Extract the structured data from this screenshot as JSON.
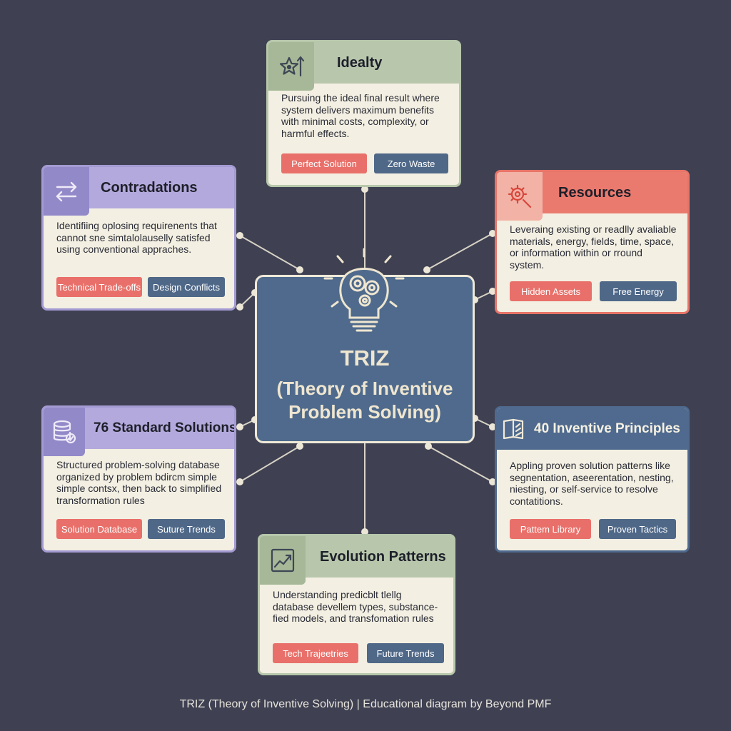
{
  "center": {
    "title": "TRIZ",
    "subtitle": "(Theory of Inventive Problem Solving)"
  },
  "icons": {
    "center": "lightbulb-gears-icon",
    "ideality": "star-arrow-icon",
    "contradictions": "swap-arrows-icon",
    "resources": "gear-search-icon",
    "standard_solutions": "database-check-icon",
    "inventive_principles": "book-arrows-icon",
    "evolution_patterns": "trend-chart-icon"
  },
  "colors": {
    "background": "#3f4152",
    "center_box": "#4f6a8c",
    "tag_red": "#e9706a",
    "tag_blue": "#4f6888",
    "green": "#b8c7ac",
    "purple": "#b3a9dc",
    "red": "#ea7a6e",
    "blue": "#4f6a8e",
    "card_body": "#f3efe2"
  },
  "nodes": {
    "ideality": {
      "title": "Idealty",
      "description": "Pursuing the ideal final result where system delivers maximum benefits with minimal costs, complexity, or harmful effects.",
      "tags": [
        "Perfect Solution",
        "Zero Waste"
      ]
    },
    "contradictions": {
      "title": "Contradations",
      "description": "Identifiing oplosing requirenents that cannot sne simtalolauselly satisfed using conventional appraches.",
      "tags": [
        "Technical Trade-offs",
        "Design Conflicts"
      ]
    },
    "resources": {
      "title": "Resources",
      "description": "Leveraing existing or readlly avaliable materials, energy, fields, time, space, or information within or rround system.",
      "tags": [
        "Hidden Assets",
        "Free Energy"
      ]
    },
    "standard_solutions": {
      "title": "76 Standard Solutions",
      "description": "Structured problem-solving database organized by problem bdircm simple simple contsx, then back to simplified transformation rules",
      "tags": [
        "Solution Database",
        "Suture Trends"
      ]
    },
    "inventive_principles": {
      "title": "40 Inventive Principles",
      "description": "Appling proven solution patterns like segnentation, aseerentation, nesting, niesting, or self-service to resolve contatitions.",
      "tags": [
        "Pattem Library",
        "Proven Tactics"
      ]
    },
    "evolution_patterns": {
      "title": "Evolution Patterns",
      "description": "Understanding predicblt tlellg database devellem types, substance-fied models, and transfomation rules",
      "tags": [
        "Tech Trajeetries",
        "Future Trends"
      ]
    }
  },
  "footer": "TRIZ (Theory of Inventive Solving) | Educational diagram by Beyond PMF"
}
